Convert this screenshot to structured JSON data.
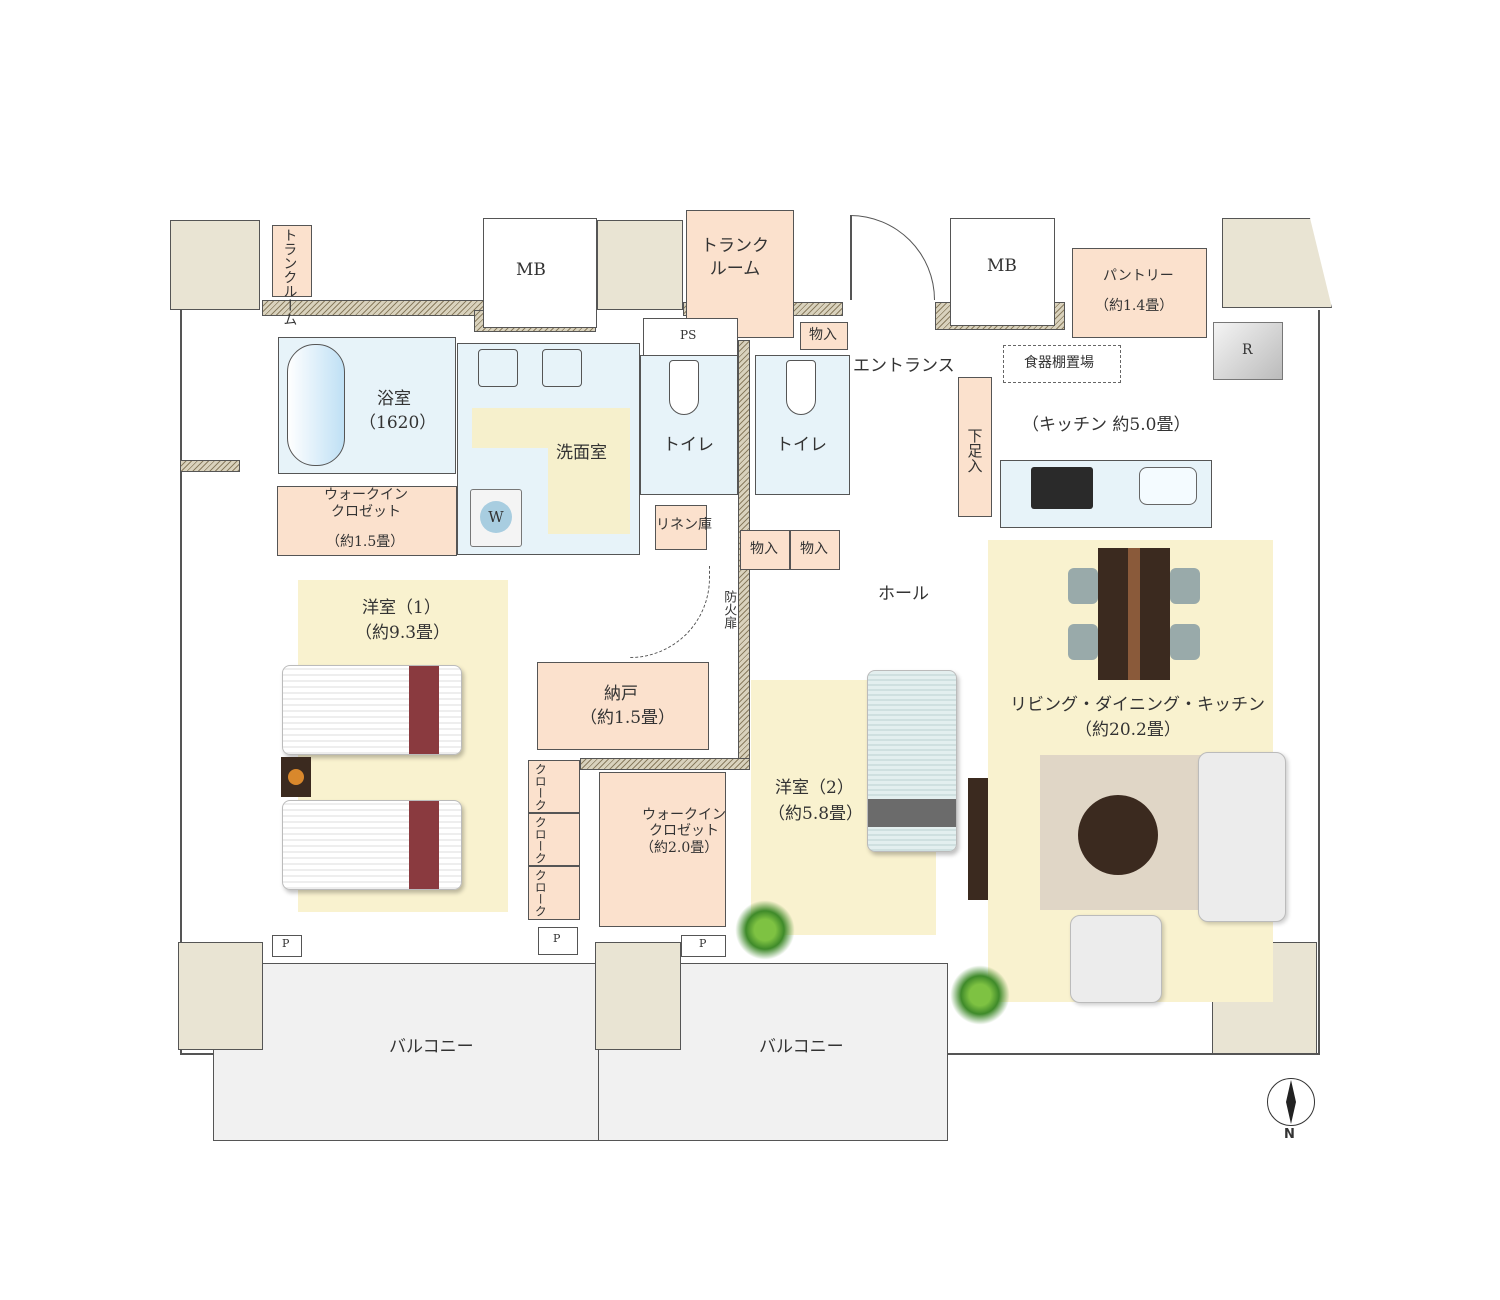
{
  "rooms": {
    "trunk_room_small": "トランクルーム",
    "mb_left": "MB",
    "trunk_room": "トランク\nルーム",
    "mb_right": "MB",
    "pantry": "パントリー",
    "pantry_size": "（約1.4畳）",
    "ps": "PS",
    "storage_entrance": "物入",
    "entrance": "エントランス",
    "bathroom": "浴室",
    "bathroom_size": "（1620）",
    "washroom": "洗面室",
    "toilet_1": "トイレ",
    "toilet_2": "トイレ",
    "washer": "W",
    "linen": "リネン庫",
    "shoe_storage": "下足入",
    "dish_shelf": "食器棚置場",
    "fridge": "R",
    "kitchen": "（キッチン 約5.0畳）",
    "wic_1": "ウォークイン\nクロゼット",
    "wic_1_size": "（約1.5畳）",
    "storage_1": "物入",
    "storage_2": "物入",
    "fire_door": "防火扉",
    "hall": "ホール",
    "bedroom_1": "洋室（1）",
    "bedroom_1_size": "（約9.3畳）",
    "closet_room": "納戸",
    "closet_room_size": "（約1.5畳）",
    "cloak_1": "クローク",
    "cloak_2": "クローク",
    "cloak_3": "クローク",
    "wic_2": "ウォークイン\nクロゼット",
    "wic_2_size": "（約2.0畳）",
    "bedroom_2": "洋室（2）",
    "bedroom_2_size": "（約5.8畳）",
    "ldk": "リビング・ダイニング・キッチン",
    "ldk_size": "（約20.2畳）",
    "pipe_1": "P",
    "pipe_2": "P",
    "pipe_3": "P",
    "balcony_1": "バルコニー",
    "balcony_2": "バルコニー"
  },
  "compass": {
    "label": "N"
  },
  "colors": {
    "storage": "#fbe1cd",
    "wet": "#e7f3f9",
    "living": "#f9f2cf",
    "pillar": "#e9e4d3"
  }
}
